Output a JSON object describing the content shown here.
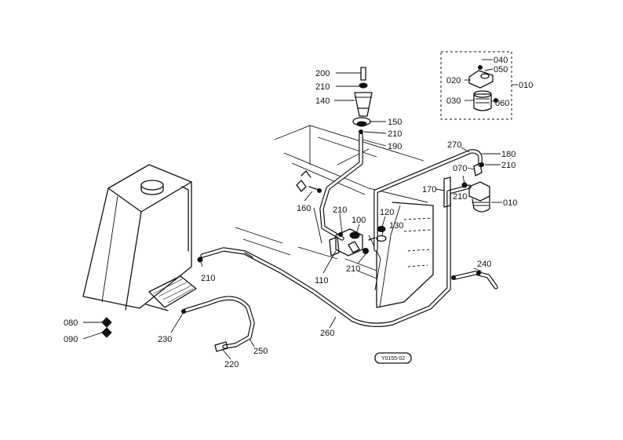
{
  "diagram": {
    "drawing_code": "Y0155-02",
    "callouts": {
      "p200": "200",
      "p210_top": "210",
      "p140": "140",
      "p150": "150",
      "p210_b": "210",
      "p190": "190",
      "p160": "160",
      "p210_c": "210",
      "p100": "100",
      "p120": "120",
      "p130": "130",
      "p110": "110",
      "p210_d": "210",
      "p040": "040",
      "p050": "050",
      "p020": "020",
      "p010_kit": "010",
      "p030": "030",
      "p060": "060",
      "p270": "270",
      "p180": "180",
      "p070": "070",
      "p210_e": "210",
      "p170": "170",
      "p210_f": "210",
      "p010_filter": "010",
      "p240": "240",
      "p210_tank": "210",
      "p260": "260",
      "p080": "080",
      "p090": "090",
      "p230": "230",
      "p250": "250",
      "p220": "220"
    }
  }
}
